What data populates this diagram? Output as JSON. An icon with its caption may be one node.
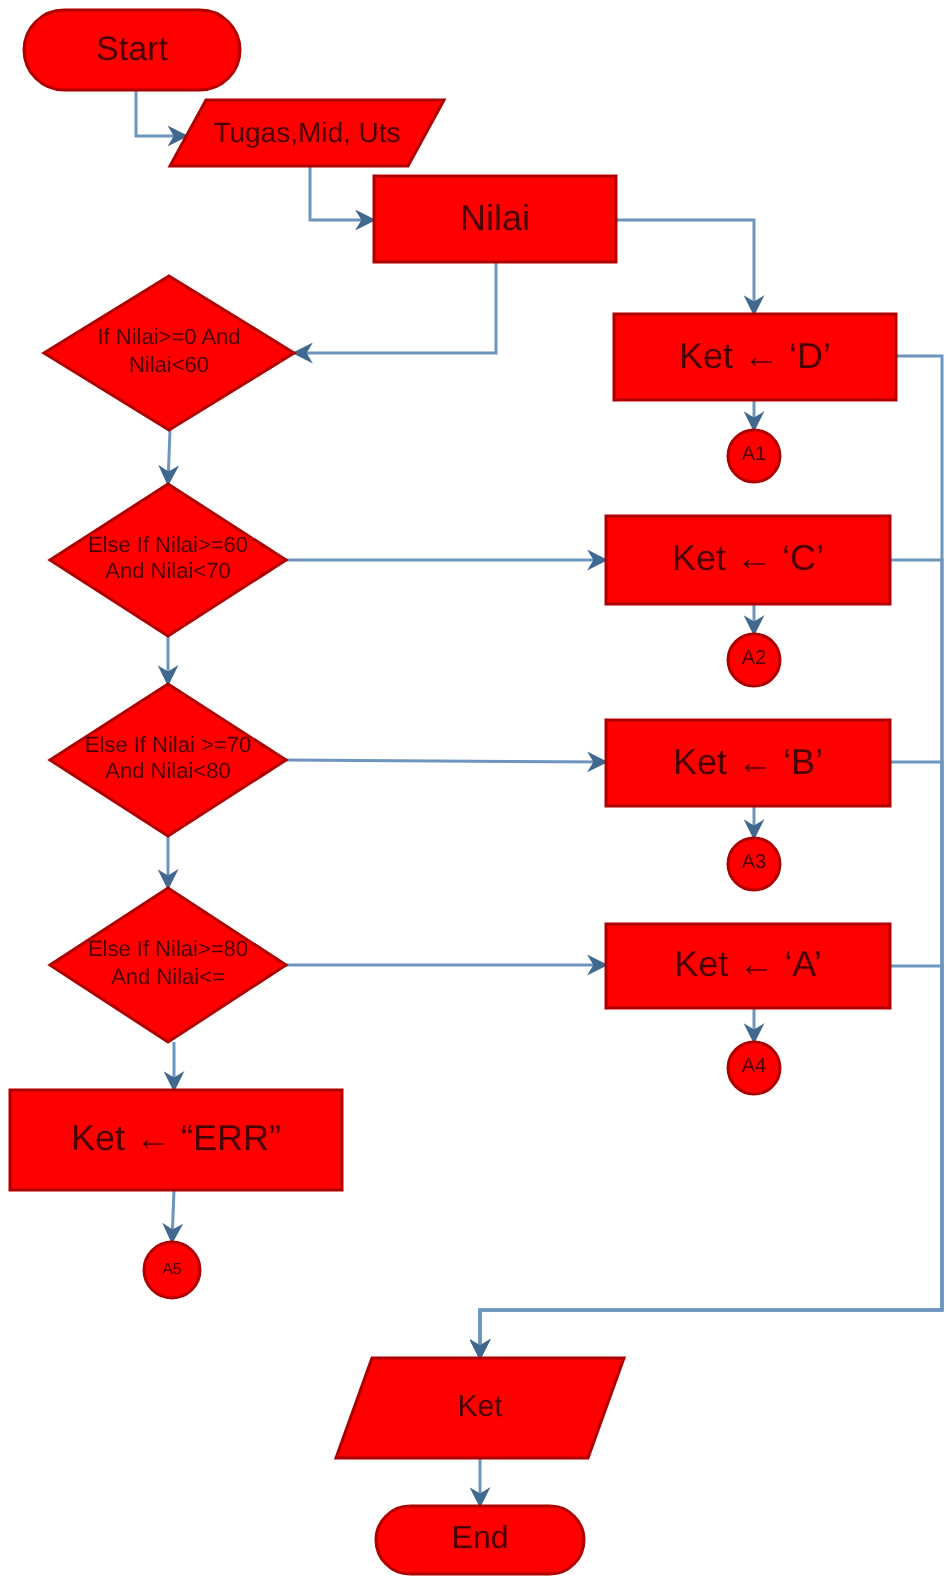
{
  "diagram": {
    "nodes": [
      {
        "text": [
          "Start"
        ]
      },
      {
        "text": [
          "Tugas,Mid, Uts"
        ]
      },
      {
        "text": [
          "Nilai"
        ]
      },
      {
        "text": [
          "If Nilai>=0 And Nilai<60"
        ]
      },
      {
        "text": [
          "Ket ← ‘D’"
        ]
      },
      {
        "text": [
          "A1"
        ]
      },
      {
        "text": [
          "Else If Nilai>=60 And Nilai<70"
        ]
      },
      {
        "text": [
          "Ket ← ‘C’"
        ]
      },
      {
        "text": [
          "A2"
        ]
      },
      {
        "text": [
          "Else If Nilai >=70 And Nilai<80"
        ]
      },
      {
        "text": [
          "Ket ← ‘B’"
        ]
      },
      {
        "text": [
          "A3"
        ]
      },
      {
        "text": [
          "Else If Nilai>=80 And Nilai<="
        ]
      },
      {
        "text": [
          "Ket ← ‘A’"
        ]
      },
      {
        "text": [
          "A4"
        ]
      },
      {
        "text": [
          "Ket ← “ERR”"
        ]
      },
      {
        "text": [
          "A5"
        ]
      },
      {
        "text": [
          "Ket"
        ]
      },
      {
        "text": [
          "End"
        ]
      }
    ],
    "edges": [
      {
        "from": 0,
        "to": 1,
        "arrow": "to"
      },
      {
        "from": 1,
        "to": 2,
        "arrow": "to"
      },
      {
        "from": 2,
        "to": 3,
        "arrow": "to"
      },
      {
        "from": 2,
        "to": 4,
        "arrow": "to"
      },
      {
        "from": 4,
        "to": 5,
        "arrow": "to"
      },
      {
        "from": 3,
        "to": 6,
        "arrow": "to"
      },
      {
        "from": 6,
        "to": 7,
        "arrow": "to"
      },
      {
        "from": 7,
        "to": 8,
        "arrow": "to"
      },
      {
        "from": 6,
        "to": 9,
        "arrow": "to"
      },
      {
        "from": 9,
        "to": 10,
        "arrow": "to"
      },
      {
        "from": 10,
        "to": 11,
        "arrow": "to"
      },
      {
        "from": 9,
        "to": 12,
        "arrow": "to"
      },
      {
        "from": 12,
        "to": 13,
        "arrow": "to"
      },
      {
        "from": 13,
        "to": 14,
        "arrow": "to"
      },
      {
        "from": 12,
        "to": 15,
        "arrow": "to"
      },
      {
        "from": 15,
        "to": 16,
        "arrow": "to"
      },
      {
        "from": 4,
        "to": 17,
        "arrow": "to"
      },
      {
        "from": 7,
        "to": 17,
        "arrow": "to"
      },
      {
        "from": 10,
        "to": 17,
        "arrow": "to"
      },
      {
        "from": 13,
        "to": 17,
        "arrow": "to"
      },
      {
        "from": 17,
        "to": 18,
        "arrow": "to"
      }
    ]
  }
}
